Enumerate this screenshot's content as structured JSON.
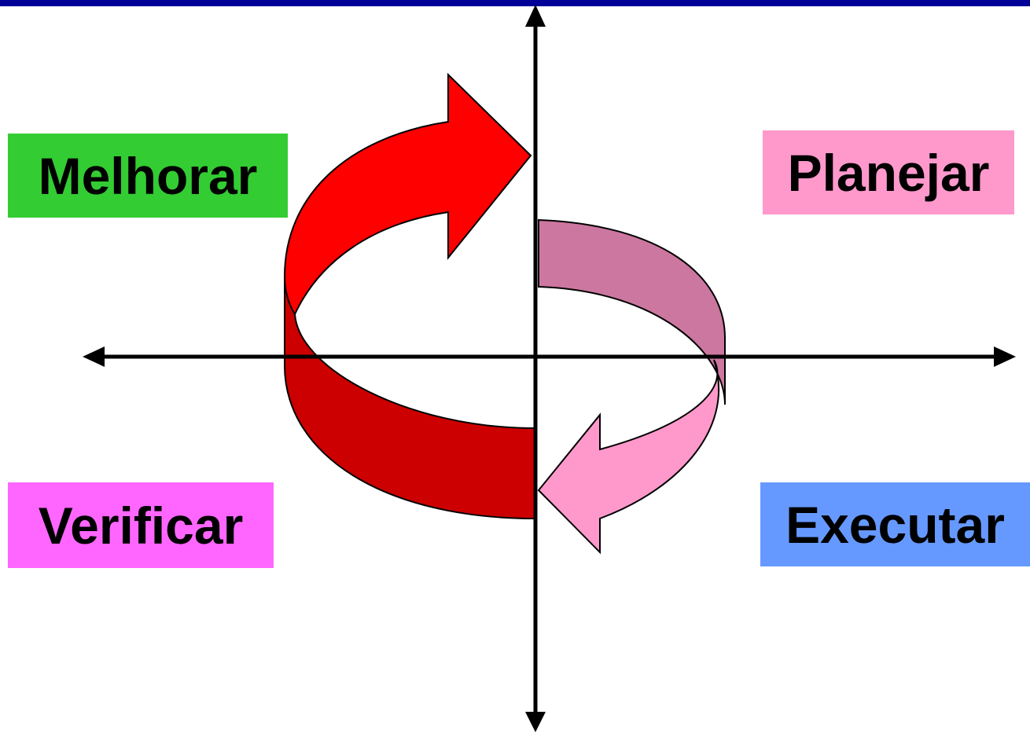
{
  "colors": {
    "top_bar": "#000099",
    "axis": "#000000",
    "melhorar_bg": "#33cc33",
    "planejar_bg": "#ff99cc",
    "verificar_bg": "#ff66ff",
    "executar_bg": "#6699ff",
    "red_arrow_front": "#cc0000",
    "red_arrow_top": "#ff0000",
    "pink_arrow_back": "#cc77a0",
    "pink_arrow_front": "#ff99cc"
  },
  "labels": {
    "melhorar": "Melhorar",
    "planejar": "Planejar",
    "verificar": "Verificar",
    "executar": "Executar"
  }
}
